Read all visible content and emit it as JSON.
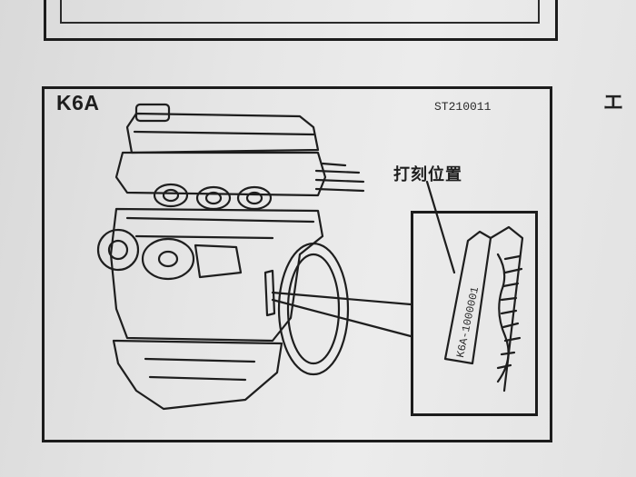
{
  "diagram": {
    "model_label": "K6A",
    "doc_code": "ST210011",
    "callout_label": "打刻位置",
    "inset": {
      "stamp_text": "K6A-1000001"
    }
  },
  "right_margin_text": "エ"
}
